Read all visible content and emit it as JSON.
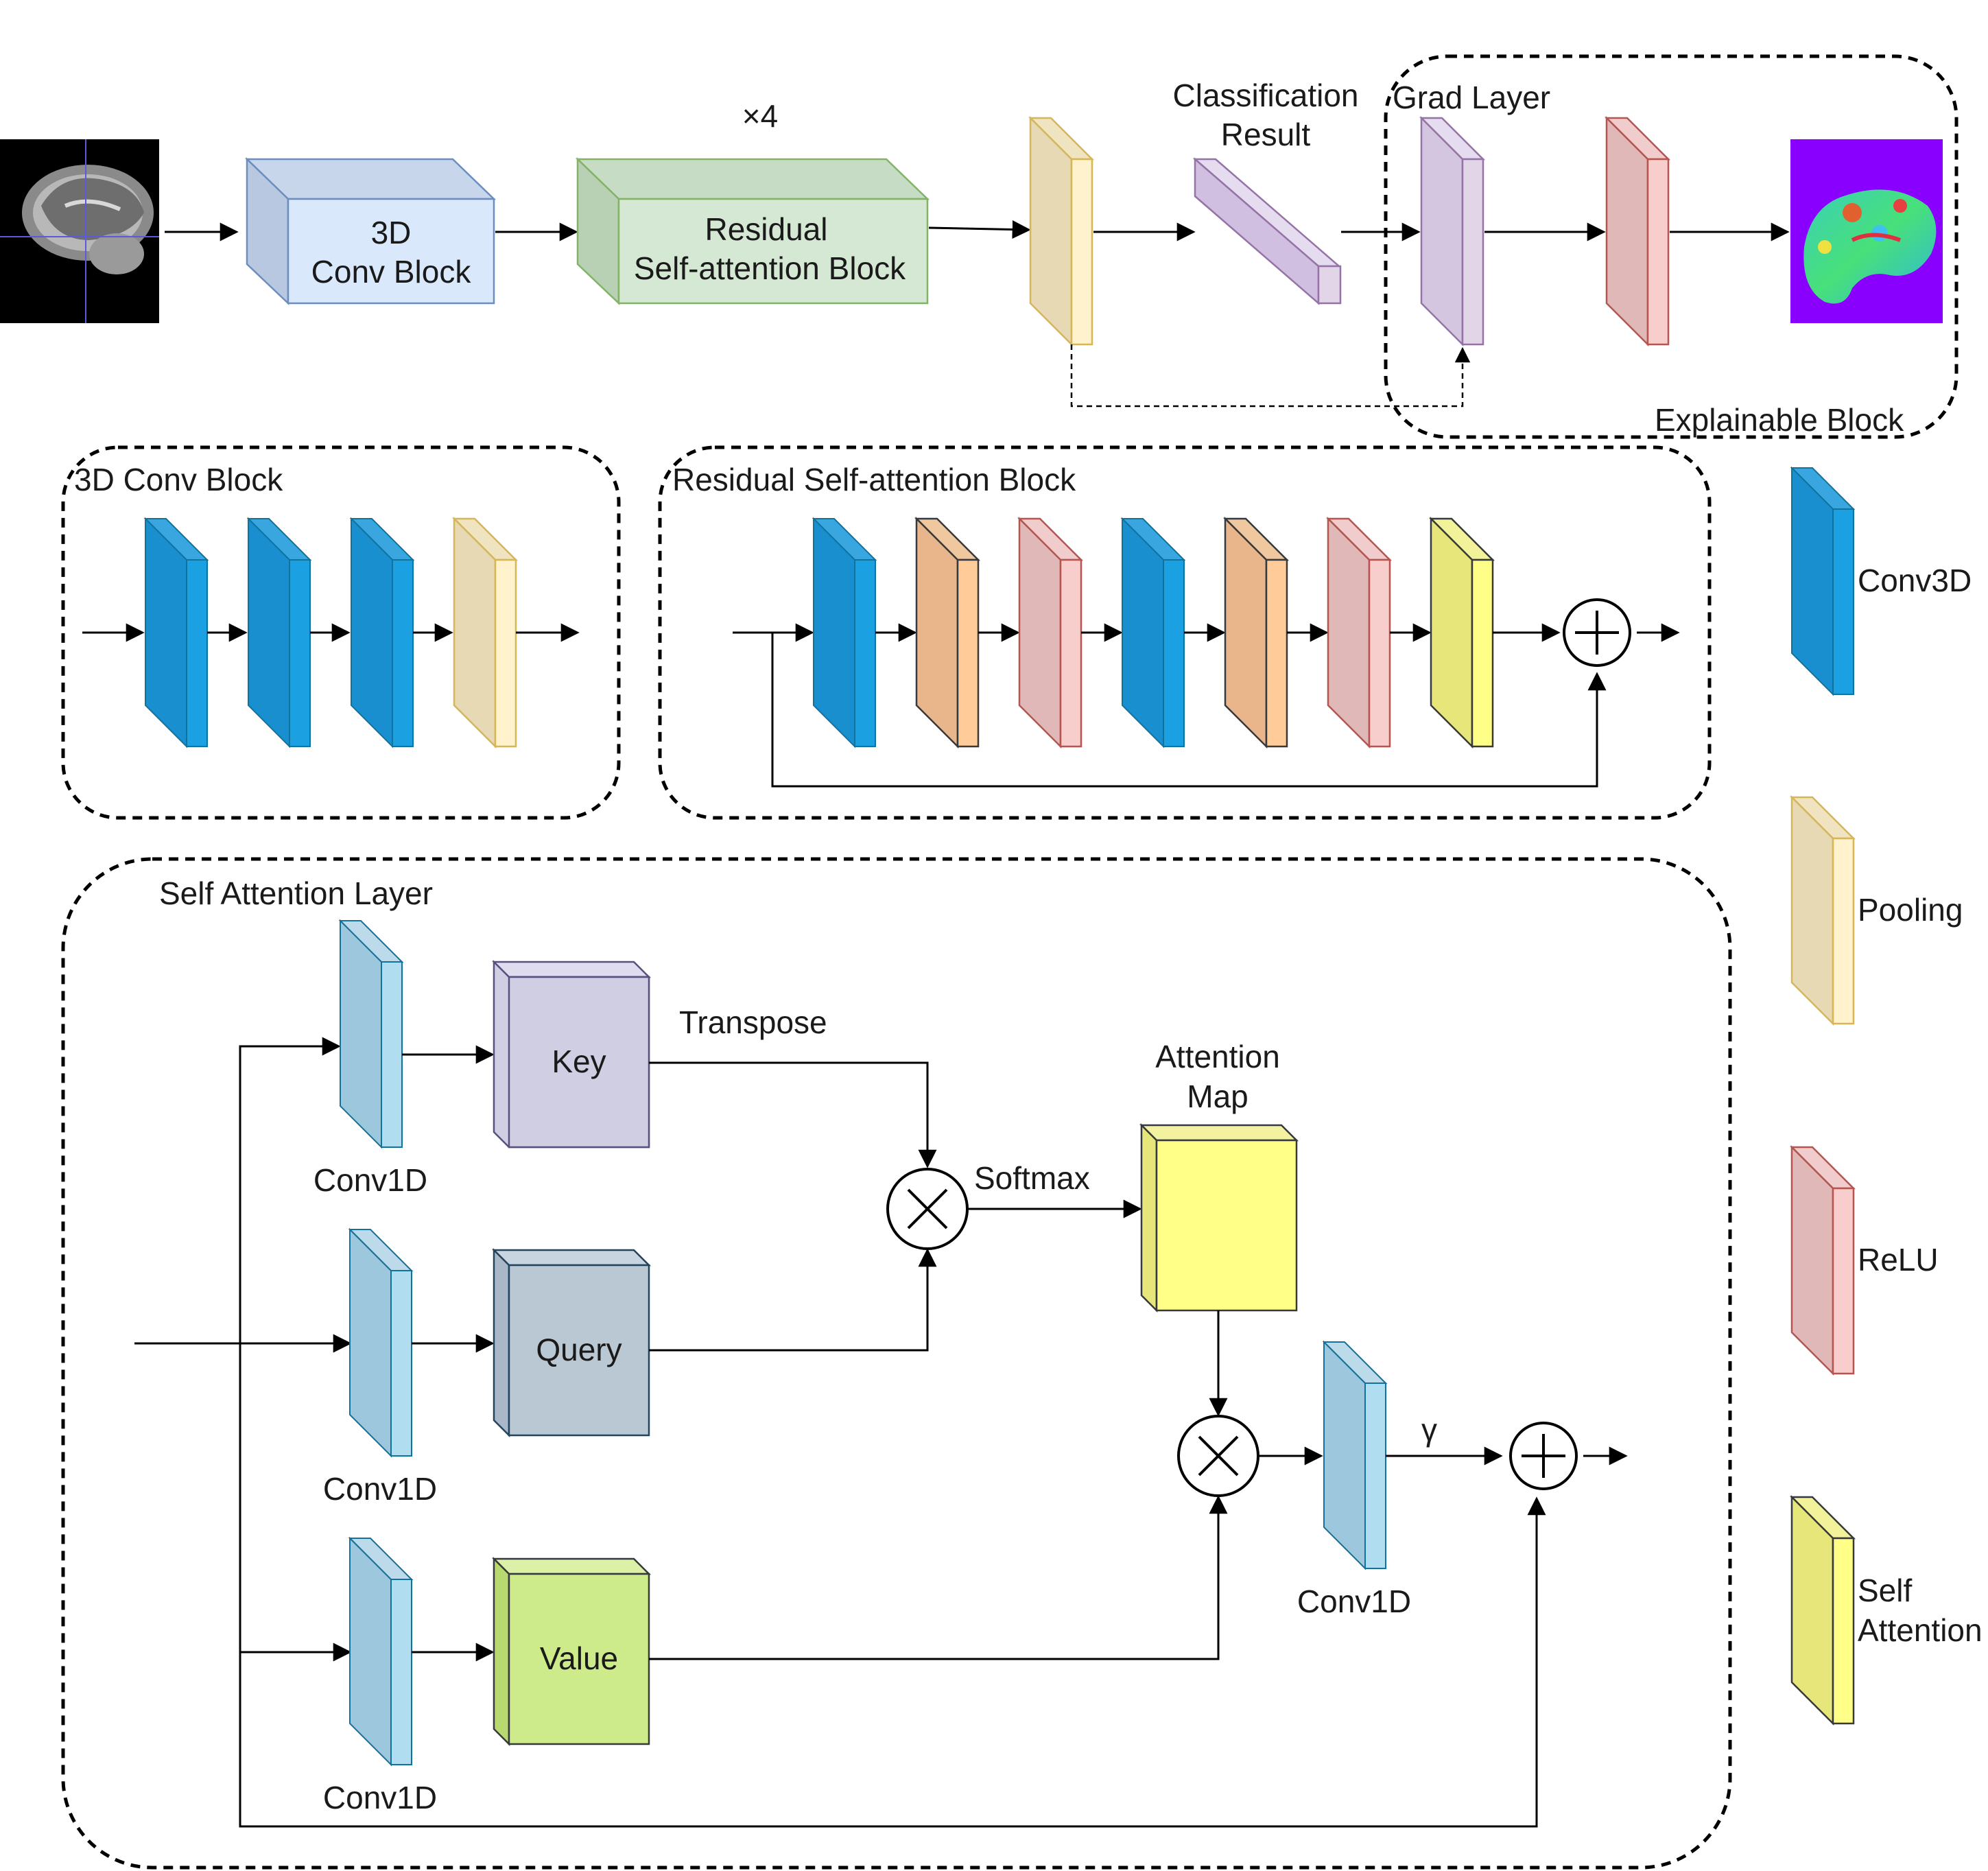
{
  "main_pipeline": {
    "conv_block_label_1": "3D",
    "conv_block_label_2": "Conv Block",
    "residual_label_1": "Residual",
    "residual_label_2": "Self-attention Block",
    "repeat_label": "×4",
    "classification_label_1": "Classification",
    "classification_label_2": "Result",
    "grad_layer_label": "Grad Layer",
    "explainable_block_label": "Explainable Block"
  },
  "conv3d_block": {
    "title": "3D Conv Block"
  },
  "residual_block": {
    "title": "Residual Self-attention Block"
  },
  "self_attention": {
    "title": "Self Attention Layer",
    "key_label": "Key",
    "query_label": "Query",
    "value_label": "Value",
    "conv1d_label": "Conv1D",
    "transpose_label": "Transpose",
    "softmax_label": "Softmax",
    "attention_map_label_1": "Attention",
    "attention_map_label_2": "Map",
    "gamma_label": "γ"
  },
  "legend": [
    {
      "label": "Conv3D",
      "color": "#1a8fcf"
    },
    {
      "label": "Pooling",
      "color": "#e8d9b0"
    },
    {
      "label": "ReLU",
      "color": "#e0b8b8"
    },
    {
      "label": "Self",
      "label2": "Attention",
      "color": "#e8e87a"
    }
  ],
  "colors": {
    "conv3d": "#1a8fcf",
    "pooling": "#e6d9b4",
    "relu": "#e0b8b8",
    "batchnorm": "#e8b68a",
    "self_attention": "#e6e67a",
    "conv1d": "#9cc7dc",
    "conv_block": "#dae8fc",
    "residual_block": "#d5e8d4",
    "grad_layer": "#d4c5e0",
    "classification": "#d9c8e6",
    "key": "#d0cce6",
    "query": "#bccad8",
    "value": "#cfe88a",
    "attention_map": "#ffff88"
  }
}
